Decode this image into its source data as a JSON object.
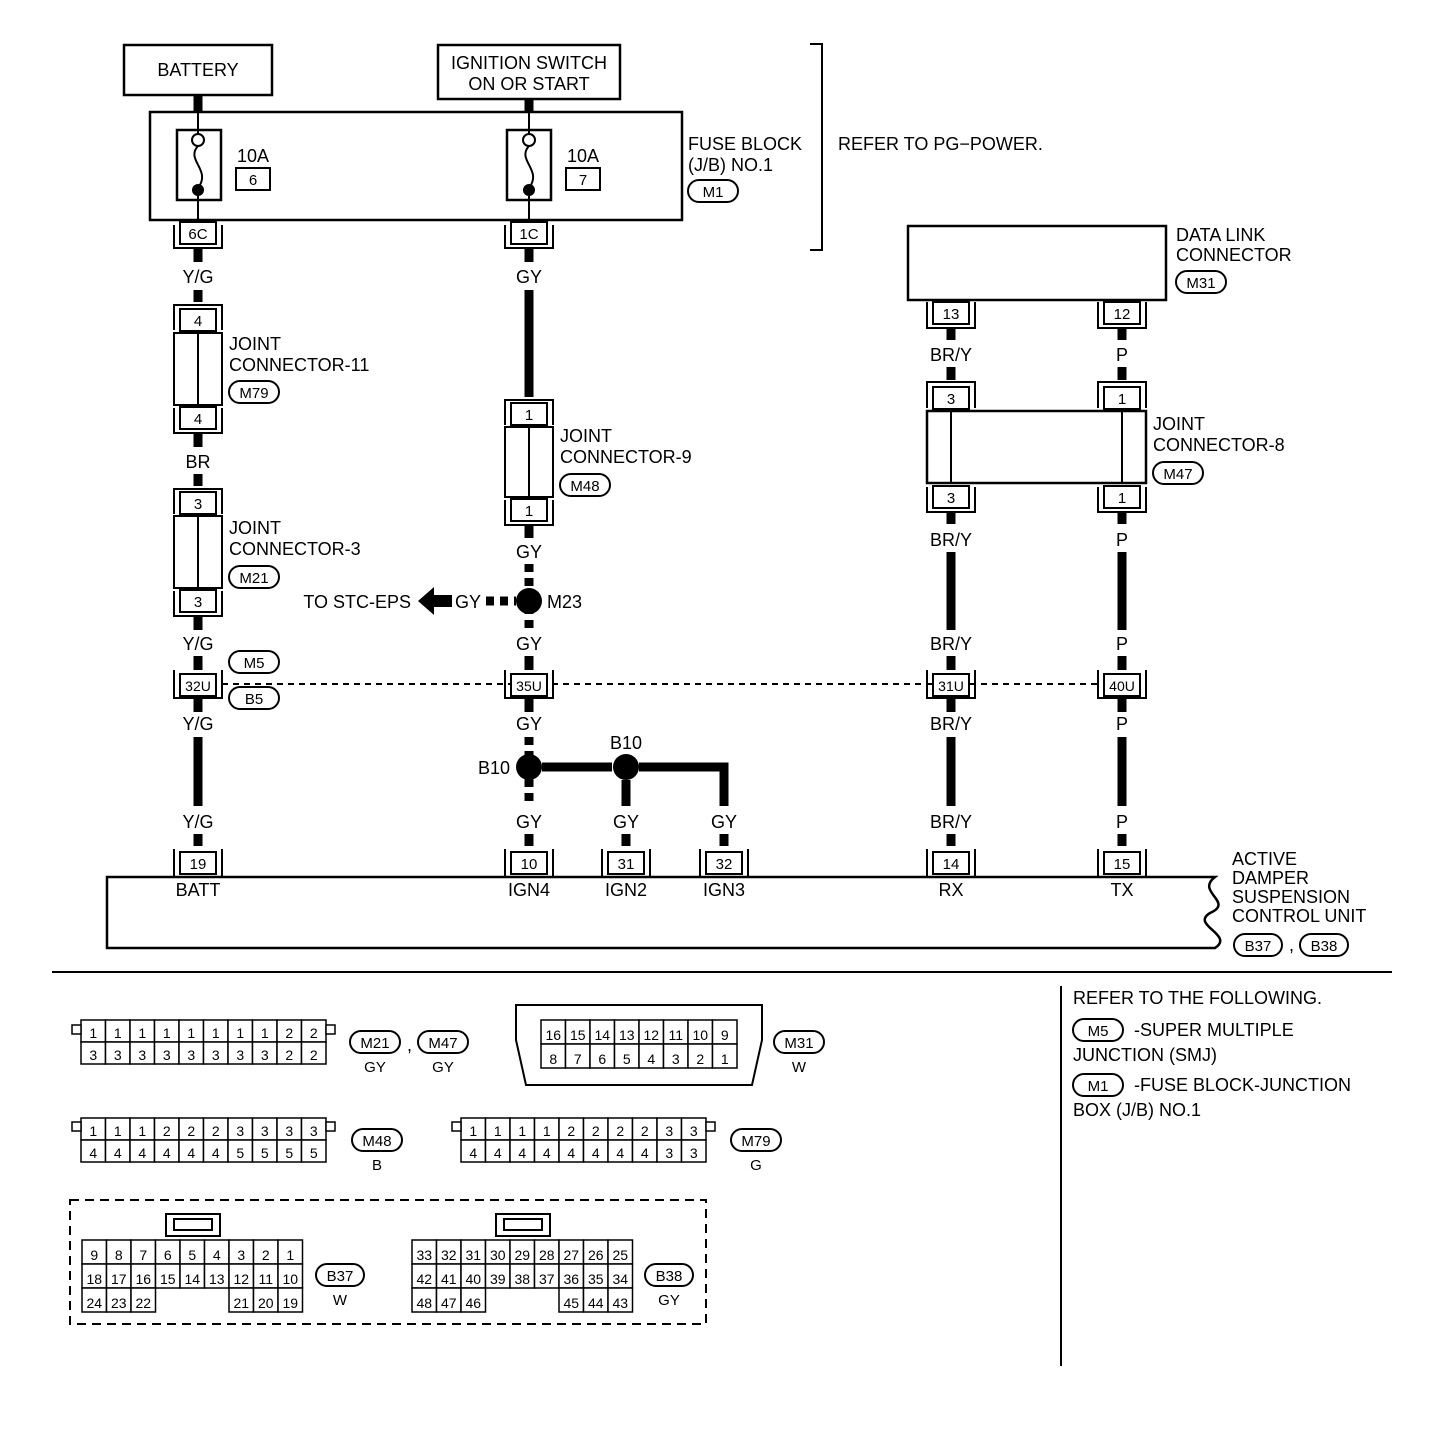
{
  "top": {
    "battery": "BATTERY",
    "ignition_line1": "IGNITION SWITCH",
    "ignition_line2": "ON OR START",
    "refer_power": "REFER TO  PG−POWER."
  },
  "fuse_block": {
    "line1": "FUSE BLOCK",
    "line2": "(J/B) NO.1",
    "code": "M1",
    "fuse_left_amp": "10A",
    "fuse_left_no": "6",
    "fuse_right_amp": "10A",
    "fuse_right_no": "7",
    "term_left": "6C",
    "term_right": "1C"
  },
  "dlc": {
    "line1": "DATA LINK",
    "line2": "CONNECTOR",
    "code": "M31",
    "pin_rx": "13",
    "pin_tx": "12"
  },
  "jc11": {
    "line1": "JOINT",
    "line2": "CONNECTOR-11",
    "code": "M79",
    "pin_top": "4",
    "pin_bot": "4"
  },
  "jc3": {
    "line1": "JOINT",
    "line2": "CONNECTOR-3",
    "code": "M21",
    "pin_top": "3",
    "pin_bot": "3"
  },
  "jc9": {
    "line1": "JOINT",
    "line2": "CONNECTOR-9",
    "code": "M48",
    "pin_top": "1",
    "pin_bot": "1"
  },
  "jc8": {
    "line1": "JOINT",
    "line2": "CONNECTOR-8",
    "code": "M47",
    "pin_l_top": "3",
    "pin_l_bot": "3",
    "pin_r_top": "1",
    "pin_r_bot": "1"
  },
  "wires": {
    "yg": "Y/G",
    "br": "BR",
    "gy": "GY",
    "bry": "BR/Y",
    "p": "P"
  },
  "splice": {
    "m23": "M23",
    "b10a": "B10",
    "b10b": "B10",
    "to_stc": "TO STC-EPS"
  },
  "smj": {
    "m5": "M5",
    "b5": "B5",
    "t1": "32U",
    "t2": "35U",
    "t3": "31U",
    "t4": "40U"
  },
  "unit": {
    "line1": "ACTIVE",
    "line2": "DAMPER",
    "line3": "SUSPENSION",
    "line4": "CONTROL UNIT",
    "code1": "B37",
    "code2": "B38",
    "pins": [
      {
        "no": "19",
        "name": "BATT"
      },
      {
        "no": "10",
        "name": "IGN4"
      },
      {
        "no": "31",
        "name": "IGN2"
      },
      {
        "no": "32",
        "name": "IGN3"
      },
      {
        "no": "14",
        "name": "RX"
      },
      {
        "no": "15",
        "name": "TX"
      }
    ]
  },
  "connectors": {
    "m21_m47": {
      "row1": [
        "1",
        "1",
        "1",
        "1",
        "1",
        "1",
        "1",
        "1",
        "2",
        "2"
      ],
      "row2": [
        "3",
        "3",
        "3",
        "3",
        "3",
        "3",
        "3",
        "3",
        "2",
        "2"
      ],
      "code1": "M21",
      "code2": "M47",
      "color1": "GY",
      "color2": "GY",
      "comma": ","
    },
    "m31": {
      "row1": [
        "16",
        "15",
        "14",
        "13",
        "12",
        "11",
        "10",
        "9"
      ],
      "row2": [
        "8",
        "7",
        "6",
        "5",
        "4",
        "3",
        "2",
        "1"
      ],
      "code": "M31",
      "color": "W"
    },
    "m48": {
      "row1": [
        "1",
        "1",
        "1",
        "2",
        "2",
        "2",
        "3",
        "3",
        "3",
        "3"
      ],
      "row2": [
        "4",
        "4",
        "4",
        "4",
        "4",
        "4",
        "5",
        "5",
        "5",
        "5"
      ],
      "code": "M48",
      "color": "B"
    },
    "m79": {
      "row1": [
        "1",
        "1",
        "1",
        "1",
        "2",
        "2",
        "2",
        "2",
        "3",
        "3"
      ],
      "row2": [
        "4",
        "4",
        "4",
        "4",
        "4",
        "4",
        "4",
        "4",
        "3",
        "3"
      ],
      "code": "M79",
      "color": "G"
    },
    "b37": {
      "row1": [
        "9",
        "8",
        "7",
        "6",
        "5",
        "4",
        "3",
        "2",
        "1"
      ],
      "row2": [
        "18",
        "17",
        "16",
        "15",
        "14",
        "13",
        "12",
        "11",
        "10"
      ],
      "row3l": [
        "24",
        "23",
        "22"
      ],
      "row3r": [
        "21",
        "20",
        "19"
      ],
      "code": "B37",
      "color": "W"
    },
    "b38": {
      "row1": [
        "33",
        "32",
        "31",
        "30",
        "29",
        "28",
        "27",
        "26",
        "25"
      ],
      "row2": [
        "42",
        "41",
        "40",
        "39",
        "38",
        "37",
        "36",
        "35",
        "34"
      ],
      "row3l": [
        "48",
        "47",
        "46"
      ],
      "row3r": [
        "45",
        "44",
        "43"
      ],
      "code": "B38",
      "color": "GY"
    }
  },
  "refer": {
    "heading": "REFER TO THE FOLLOWING.",
    "code1": "M5",
    "text1a": "-SUPER MULTIPLE",
    "text1b": "JUNCTION (SMJ)",
    "code2": "M1",
    "text2a": "-FUSE BLOCK-JUNCTION",
    "text2b": "BOX (J/B) NO.1"
  }
}
